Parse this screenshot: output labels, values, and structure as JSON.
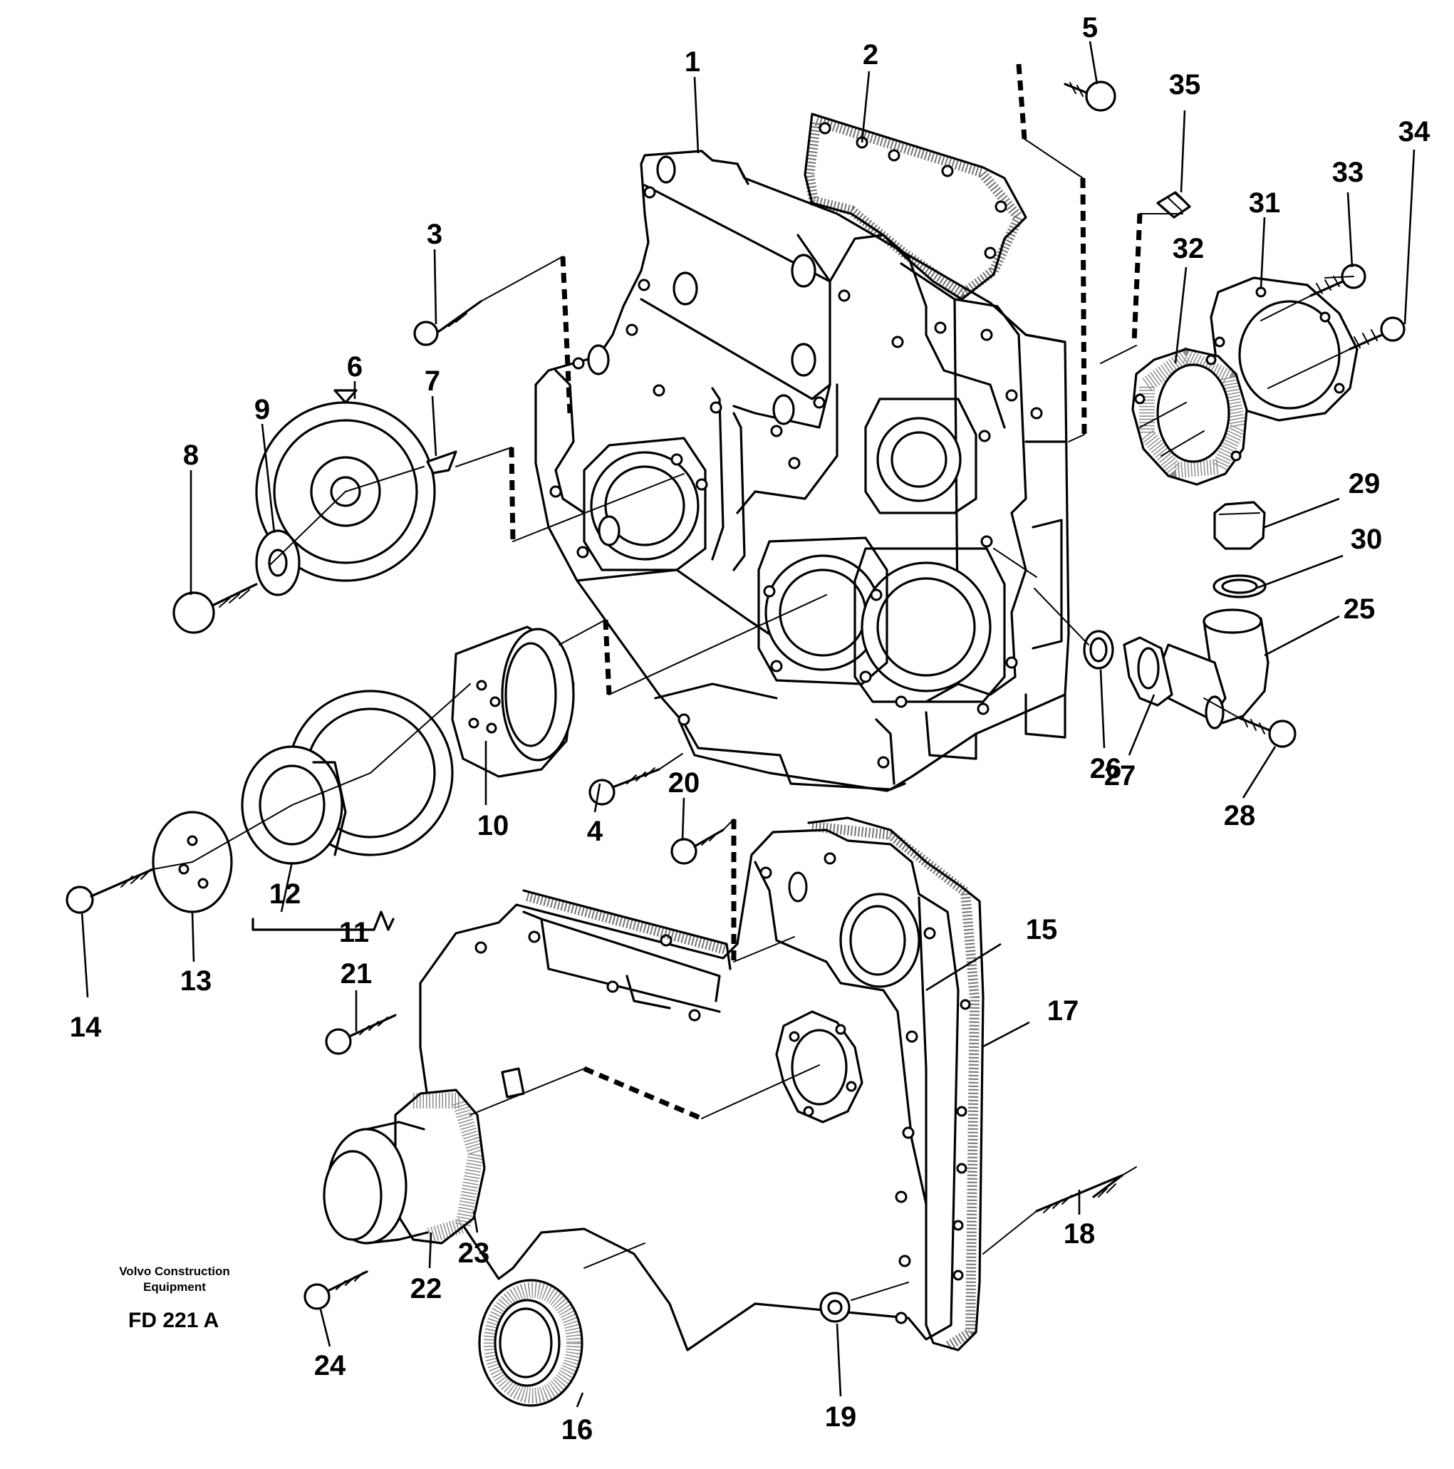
{
  "caption": {
    "publisher": "Volvo Construction\nEquipment",
    "publisher_line1": "Volvo Construction",
    "publisher_line2": "Equipment",
    "drawing_id": "FD 221 A"
  },
  "callouts": [
    "1",
    "2",
    "3",
    "4",
    "5",
    "6",
    "7",
    "8",
    "9",
    "10",
    "11",
    "12",
    "13",
    "14",
    "15",
    "16",
    "17",
    "18",
    "19",
    "20",
    "21",
    "22",
    "23",
    "24",
    "25",
    "26",
    "27",
    "28",
    "29",
    "30",
    "31",
    "32",
    "33",
    "34",
    "35"
  ],
  "colors": {
    "ink": "#000000",
    "paper": "#ffffff"
  }
}
